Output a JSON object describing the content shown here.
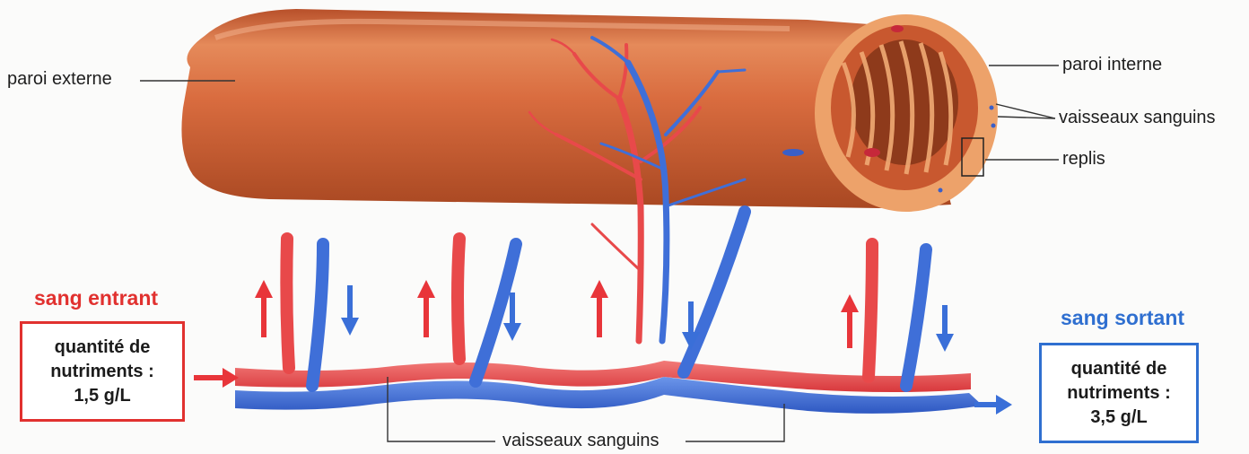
{
  "labels": {
    "paroi_externe": "paroi externe",
    "paroi_interne": "paroi interne",
    "vaisseaux_sanguins_right": "vaisseaux sanguins",
    "replis": "replis",
    "vaisseaux_sanguins_bottom": "vaisseaux sanguins"
  },
  "blood_in": {
    "title": "sang entrant",
    "line1": "quantité de",
    "line2": "nutriments :",
    "value": "1,5 g/L"
  },
  "blood_out": {
    "title": "sang sortant",
    "line1": "quantité de",
    "line2": "nutriments :",
    "value": "3,5 g/L"
  },
  "colors": {
    "intestine": "#d4673a",
    "artery": "#e8494a",
    "vein": "#3f6fd8",
    "in_accent": "#e1312f",
    "out_accent": "#2f6fd0"
  }
}
